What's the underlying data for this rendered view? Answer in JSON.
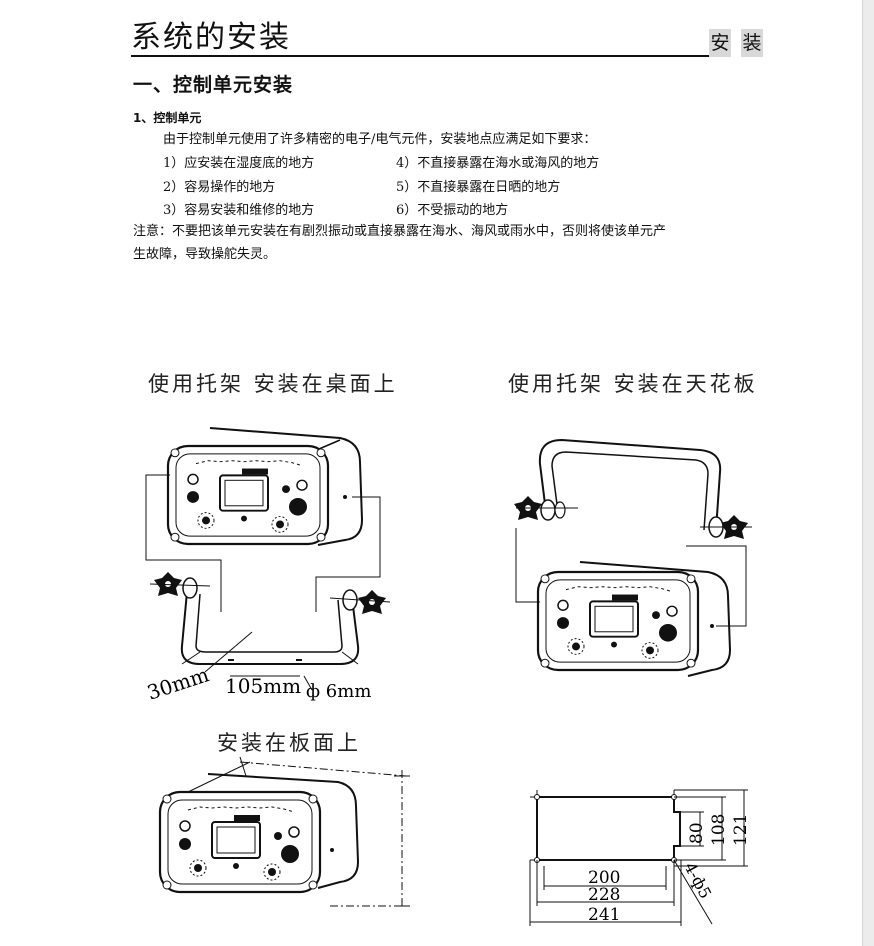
{
  "header": {
    "title": "系统的安装",
    "badge_1": "安",
    "badge_2": "装"
  },
  "section": {
    "heading": "一、控制单元安装",
    "subheading": "1、控制单元",
    "intro": "由于控制单元使用了许多精密的电子/电气元件，安装地点应满足如下要求：",
    "requirements": [
      "1）应安装在湿度底的地方",
      "2）容易操作的地方",
      "3）容易安装和维修的地方",
      "4）不直接暴露在海水或海风的地方",
      "5）不直接暴露在日晒的地方",
      "6）不受振动的地方"
    ],
    "note_line1": "注意：不要把该单元安装在有剧烈振动或直接暴露在海水、海风或雨水中，否则将使该单元产",
    "note_line2": "生故障，导致操舵失灵。"
  },
  "figures": {
    "desk_caption": "使用托架  安装在桌面上",
    "ceiling_caption": "使用托架  安装在天花板",
    "panel_caption": "安装在板面上",
    "desk_dims": {
      "depth": "30mm",
      "spacing": "105mm",
      "hole": "ф 6mm"
    },
    "cutout_dims": {
      "inner_h": "80",
      "mid_h": "108",
      "outer_h": "121",
      "w_inner": "200",
      "w_mid": "228",
      "w_outer": "241",
      "holes": "4-ф5"
    }
  }
}
